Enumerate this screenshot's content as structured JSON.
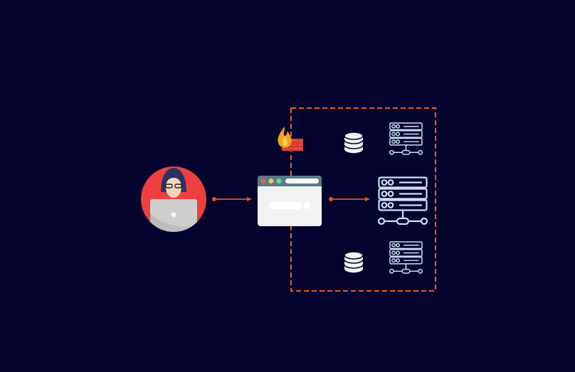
{
  "colors": {
    "background": "#03032e",
    "accent": "#e8541c",
    "avatar_circle": "#ee4040",
    "server_stroke": "#cfe0f5",
    "database_fill": "#f2f2f2",
    "window_body": "#f2f2f2",
    "window_header": "#5a7a8c"
  },
  "nodes": [
    {
      "id": "attacker",
      "icon": "hacker-with-laptop-icon"
    },
    {
      "id": "web-app",
      "icon": "browser-window-icon"
    },
    {
      "id": "firewall",
      "icon": "firewall-on-fire-icon"
    },
    {
      "id": "server-main",
      "icon": "server-rack-icon"
    },
    {
      "id": "server-top",
      "icon": "server-rack-icon"
    },
    {
      "id": "server-bottom",
      "icon": "server-rack-icon"
    },
    {
      "id": "database-top",
      "icon": "database-icon"
    },
    {
      "id": "database-bottom",
      "icon": "database-icon"
    }
  ],
  "edges": [
    {
      "from": "attacker",
      "to": "web-app"
    },
    {
      "from": "web-app",
      "to": "server-main"
    }
  ],
  "boundary": {
    "style": "dashed",
    "contains": [
      "server-main",
      "server-top",
      "server-bottom",
      "database-top",
      "database-bottom"
    ]
  }
}
